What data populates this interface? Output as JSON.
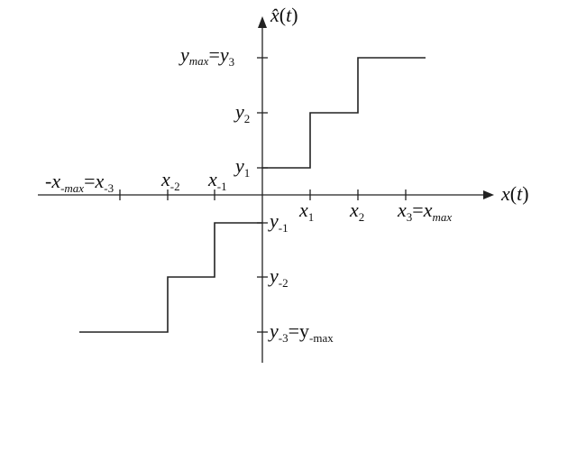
{
  "axes": {
    "x_axis": {
      "var": "x",
      "arg": "t"
    },
    "y_axis": {
      "var": "x̂",
      "arg": "t"
    }
  },
  "x_ticks_negative": [
    {
      "id": "x_neg3",
      "base": "x",
      "sub": "-3",
      "prefix": "-x",
      "prefix_sub": "-max",
      "eq": "="
    },
    {
      "id": "x_neg2",
      "base": "x",
      "sub": "-2"
    },
    {
      "id": "x_neg1",
      "base": "x",
      "sub": "-1"
    }
  ],
  "x_ticks_positive": [
    {
      "id": "x_1",
      "base": "x",
      "sub": "1"
    },
    {
      "id": "x_2",
      "base": "x",
      "sub": "2"
    },
    {
      "id": "x_3",
      "base": "x",
      "sub": "3",
      "eq": "=",
      "suffix": "x",
      "suffix_sub": "max"
    }
  ],
  "y_levels_positive": [
    {
      "id": "y_1",
      "base": "y",
      "sub": "1"
    },
    {
      "id": "y_2",
      "base": "y",
      "sub": "2"
    },
    {
      "id": "y_3",
      "prefix": "y",
      "prefix_sub": "max",
      "eq": "=",
      "base": "y",
      "sub": "3"
    }
  ],
  "y_levels_negative": [
    {
      "id": "y_neg1",
      "base": "y",
      "sub": "-1"
    },
    {
      "id": "y_neg2",
      "base": "y",
      "sub": "-2"
    },
    {
      "id": "y_neg3",
      "base": "y",
      "sub": "-3",
      "eq": "=",
      "suffix": "y",
      "suffix_sub": "-max"
    }
  ],
  "staircase": {
    "steps": [
      {
        "x_from": "x_-max",
        "x_to": "x_-2",
        "level": "y_-3"
      },
      {
        "x_from": "x_-2",
        "x_to": "x_-1",
        "level": "y_-2"
      },
      {
        "x_from": "x_-1",
        "x_to": "0",
        "level": "y_-1"
      },
      {
        "x_from": "0",
        "x_to": "x_1",
        "level": "y_1"
      },
      {
        "x_from": "x_1",
        "x_to": "x_2",
        "level": "y_2"
      },
      {
        "x_from": "x_2",
        "x_to": "x_max",
        "level": "y_3"
      }
    ]
  }
}
